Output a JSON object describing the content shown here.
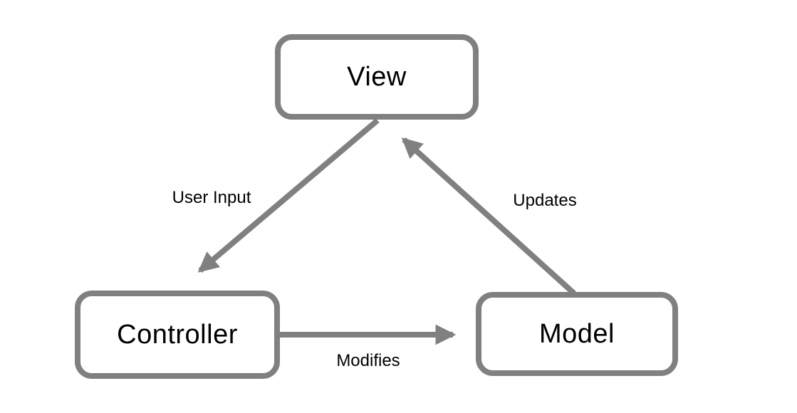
{
  "diagram": {
    "type": "architecture-flow",
    "pattern": "Model-View-Controller",
    "nodes": {
      "view": {
        "label": "View"
      },
      "controller": {
        "label": "Controller"
      },
      "model": {
        "label": "Model"
      }
    },
    "edges": {
      "user_input": {
        "label": "User Input",
        "from": "View",
        "to": "Controller",
        "direction": "View -> Controller"
      },
      "modifies": {
        "label": "Modifies",
        "from": "Controller",
        "to": "Model",
        "direction": "Controller -> Model"
      },
      "updates": {
        "label": "Updates",
        "from": "Model",
        "to": "View",
        "direction": "Model -> View"
      }
    },
    "colors": {
      "stroke": "#808080",
      "node_fill": "#ffffff",
      "text": "#000000",
      "background": "#ffffff"
    }
  }
}
